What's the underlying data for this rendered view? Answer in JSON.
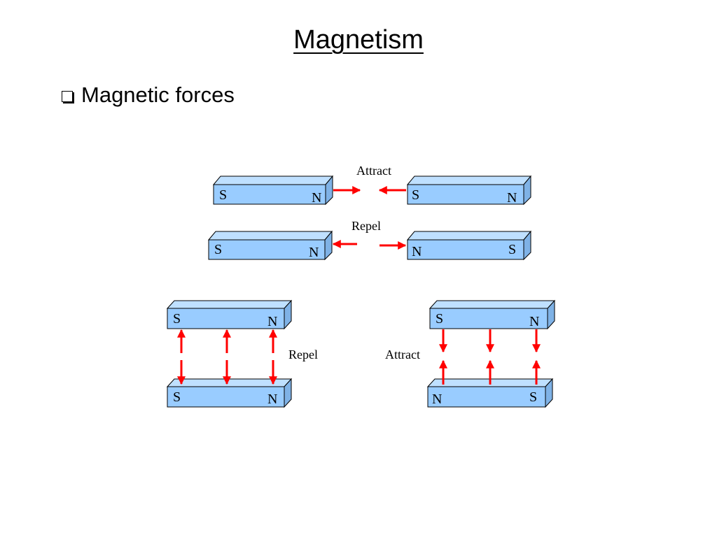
{
  "slide": {
    "title": "Magnetism",
    "bullet": "Magnetic forces"
  },
  "diagram": {
    "top_attract_label": "Attract",
    "top_repel_label": "Repel",
    "bottom_repel_label": "Repel",
    "bottom_attract_label": "Attract",
    "magnets": {
      "m1": {
        "left": "S",
        "right": "N"
      },
      "m2": {
        "left": "S",
        "right": "N"
      },
      "m3": {
        "left": "S",
        "right": "N"
      },
      "m4": {
        "left": "N",
        "right": "S"
      },
      "m5": {
        "left": "S",
        "right": "N"
      },
      "m6": {
        "left": "S",
        "right": "N"
      },
      "m7": {
        "left": "S",
        "right": "N"
      },
      "m8": {
        "left": "N",
        "right": "S"
      }
    },
    "colors": {
      "magnet_front": "#99ccff",
      "magnet_top": "#bfe0ff",
      "magnet_side": "#7fb2e6",
      "arrow": "#ff0000"
    }
  }
}
